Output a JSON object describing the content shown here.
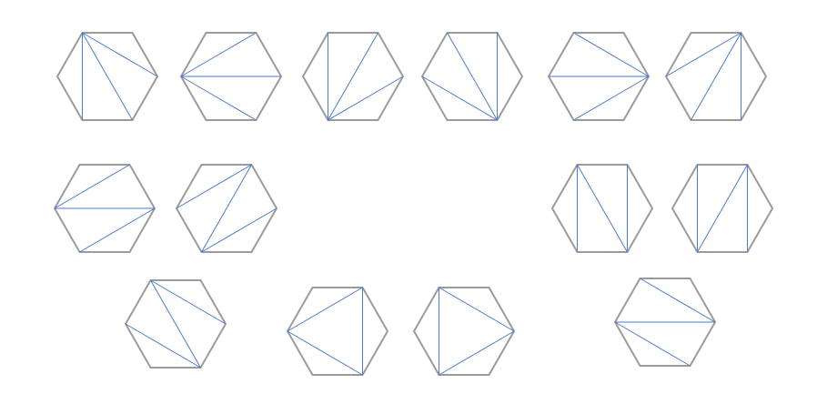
{
  "diagram": {
    "kind": "hexagon-triangulations",
    "colors": {
      "hexagon_outline": "#9b9b9b",
      "diagonal": "#4a7bd0",
      "background": "#ffffff"
    },
    "count": 14,
    "triangulations": [
      {
        "diagonals": [
          [
            0,
            2
          ],
          [
            0,
            3
          ],
          [
            0,
            4
          ]
        ]
      },
      {
        "diagonals": [
          [
            5,
            1
          ],
          [
            5,
            2
          ],
          [
            5,
            3
          ]
        ]
      },
      {
        "diagonals": [
          [
            4,
            0
          ],
          [
            4,
            1
          ],
          [
            4,
            2
          ]
        ]
      },
      {
        "diagonals": [
          [
            3,
            5
          ],
          [
            3,
            0
          ],
          [
            3,
            1
          ]
        ]
      },
      {
        "diagonals": [
          [
            2,
            4
          ],
          [
            2,
            5
          ],
          [
            2,
            0
          ]
        ]
      },
      {
        "diagonals": [
          [
            1,
            3
          ],
          [
            1,
            4
          ],
          [
            1,
            5
          ]
        ]
      },
      {
        "diagonals": [
          [
            1,
            5
          ],
          [
            2,
            5
          ],
          [
            2,
            4
          ]
        ]
      },
      {
        "diagonals": [
          [
            1,
            5
          ],
          [
            1,
            4
          ],
          [
            2,
            4
          ]
        ]
      },
      {
        "diagonals": [
          [
            0,
            4
          ],
          [
            0,
            3
          ],
          [
            1,
            3
          ]
        ]
      },
      {
        "diagonals": [
          [
            0,
            4
          ],
          [
            1,
            4
          ],
          [
            1,
            3
          ]
        ]
      },
      {
        "diagonals": [
          [
            0,
            2
          ],
          [
            0,
            3
          ],
          [
            5,
            3
          ]
        ]
      },
      {
        "diagonals": [
          [
            1,
            3
          ],
          [
            3,
            5
          ],
          [
            5,
            1
          ]
        ]
      },
      {
        "diagonals": [
          [
            0,
            2
          ],
          [
            2,
            4
          ],
          [
            4,
            0
          ]
        ]
      },
      {
        "diagonals": [
          [
            0,
            2
          ],
          [
            2,
            5
          ],
          [
            5,
            3
          ]
        ]
      }
    ]
  }
}
